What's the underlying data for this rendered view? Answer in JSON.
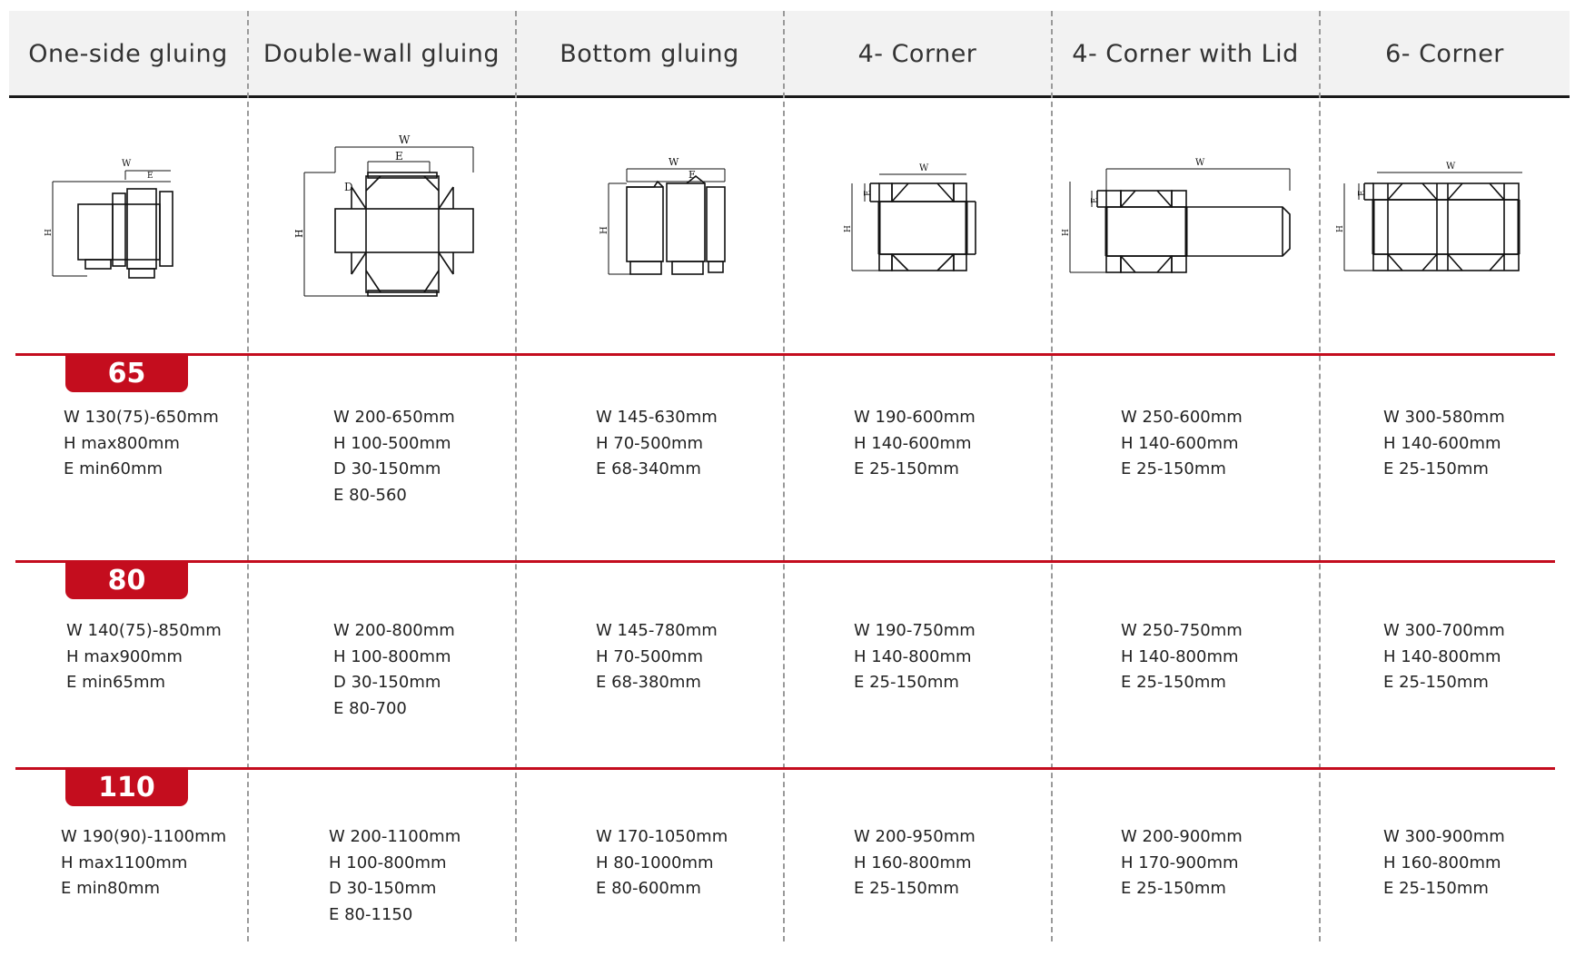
{
  "columns": [
    {
      "title": "One-side gluing",
      "diagram": "one-side-gluing-diagram",
      "dim_labels": {
        "w": "W",
        "e": "E",
        "h": "H"
      }
    },
    {
      "title": "Double-wall gluing",
      "diagram": "double-wall-gluing-diagram",
      "dim_labels": {
        "w": "W",
        "e": "E",
        "d": "D",
        "h": "H"
      }
    },
    {
      "title": "Bottom gluing",
      "diagram": "bottom-gluing-diagram",
      "dim_labels": {
        "w": "W",
        "e": "E",
        "h": "H"
      }
    },
    {
      "title": "4- Corner",
      "diagram": "four-corner-diagram",
      "dim_labels": {
        "w": "W",
        "e": "E",
        "h": "H"
      }
    },
    {
      "title": "4- Corner with Lid",
      "diagram": "four-corner-lid-diagram",
      "dim_labels": {
        "w": "W",
        "e": "E",
        "h": "H"
      }
    },
    {
      "title": "6- Corner",
      "diagram": "six-corner-diagram",
      "dim_labels": {
        "w": "W",
        "e": "E",
        "h": "H"
      }
    }
  ],
  "models": [
    {
      "label": "65",
      "specs": [
        [
          "W 130(75)-650mm",
          "H  max800mm",
          "E  min60mm"
        ],
        [
          "W  200-650mm",
          "H  100-500mm",
          "D  30-150mm",
          "E  80-560"
        ],
        [
          "W 145-630mm",
          "H  70-500mm",
          "E 68-340mm"
        ],
        [
          "W 190-600mm",
          "H 140-600mm",
          "E 25-150mm"
        ],
        [
          "W 250-600mm",
          "H 140-600mm",
          "E 25-150mm"
        ],
        [
          "W 300-580mm",
          "H 140-600mm",
          "E 25-150mm"
        ]
      ]
    },
    {
      "label": "80",
      "specs": [
        [
          "W 140(75)-850mm",
          "H  max900mm",
          "E  min65mm"
        ],
        [
          "W  200-800mm",
          "H  100-800mm",
          "D  30-150mm",
          "E  80-700"
        ],
        [
          "W 145-780mm",
          "H  70-500mm",
          "E 68-380mm"
        ],
        [
          "W 190-750mm",
          "H  140-800mm",
          "E  25-150mm"
        ],
        [
          "W 250-750mm",
          "H 140-800mm",
          "E 25-150mm"
        ],
        [
          "W 300-700mm",
          "H 140-800mm",
          "E 25-150mm"
        ]
      ]
    },
    {
      "label": "110",
      "specs": [
        [
          "W 190(90)-1100mm",
          "H  max1100mm",
          "E  min80mm"
        ],
        [
          "W  200-1100mm",
          "H  100-800mm",
          "D  30-150mm",
          "E  80-1150"
        ],
        [
          "W 170-1050mm",
          "H  80-1000mm",
          "E 80-600mm"
        ],
        [
          "W 200-950mm",
          "H 160-800mm",
          "E  25-150mm"
        ],
        [
          "W 200-900mm",
          "H 170-900mm",
          "E 25-150mm"
        ],
        [
          "W 300-900mm",
          "H 160-800mm",
          "E 25-150mm"
        ]
      ]
    }
  ],
  "colors": {
    "accent": "#c40d1e",
    "header_bg": "#f2f2f2",
    "divider": "#9a9a9a",
    "text": "#222222"
  }
}
